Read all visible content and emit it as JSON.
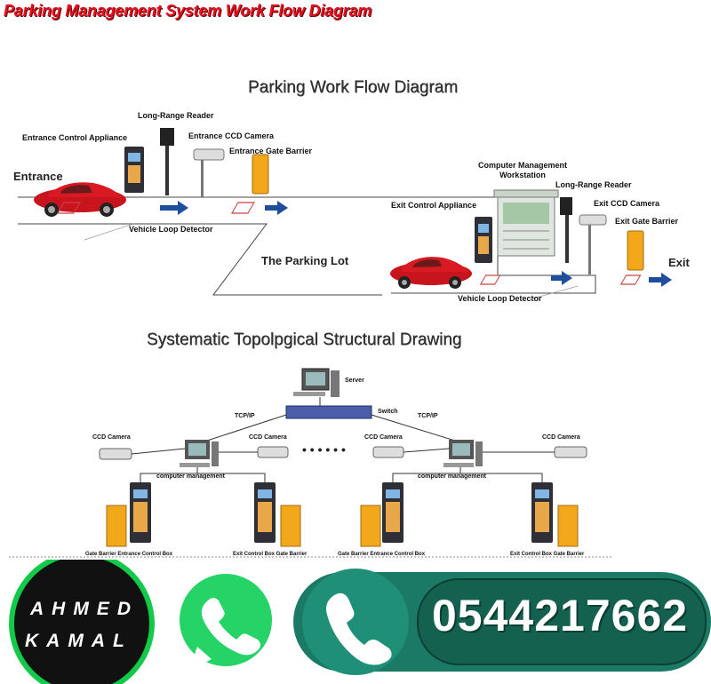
{
  "page_title": "Parking Management System Work Flow Diagram",
  "workflow": {
    "title": "Parking Work Flow Diagram",
    "labels": {
      "long_range_reader_entry": "Long-Range Reader",
      "entrance_control": "Entrance  Control  Appliance",
      "entrance_ccd": "Entrance CCD Camera",
      "entrance_gate": "Entrance Gate Barrier",
      "entrance": "Entrance",
      "vehicle_loop_entry": "Vehicle Loop Detector",
      "workstation": "Computer Management Workstation",
      "long_range_reader_exit": "Long-Range Reader",
      "exit_control": "Exit Control  Appliance",
      "exit_ccd": "Exit CCD Camera",
      "exit_gate": "Exit Gate Barrier",
      "parking_lot": "The Parking Lot",
      "exit": "Exit",
      "vehicle_loop_exit": "Vehicle Loop Detector"
    }
  },
  "topology": {
    "title": "Systematic Topolpgical Structural Drawing",
    "labels": {
      "server": "Server",
      "switch": "Switch",
      "tcpip_left": "TCP/IP",
      "tcpip_right": "TCP/IP",
      "ccd1": "CCD Camera",
      "ccd2": "CCD Camera",
      "ccd3": "CCD Camera",
      "ccd4": "CCD Camera",
      "cm_left": "computer management",
      "cm_right": "computer management",
      "dots": "• • •   • • •",
      "bottom1": "Gate Barrier Entrance Control Box",
      "bottom2": "Exit Control Box Gate Barrier",
      "bottom3": "Gate Barrier Entrance Control Box",
      "bottom4": "Exit Control Box Gate Barrier"
    }
  },
  "contact": {
    "brand_line1": "AHMED",
    "brand_line2": "KAMAL",
    "phone": "0544217662",
    "colors": {
      "whatsapp": "#25d366",
      "banner": "#1a7a66",
      "ring": "#12c94a"
    }
  }
}
